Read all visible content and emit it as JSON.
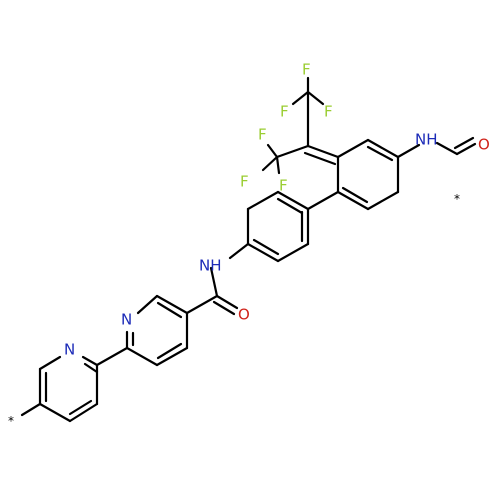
{
  "colors": {
    "bond": "#000000",
    "fluorine": "#9acd32",
    "nitrogen": "#1c2bb8",
    "oxygen": "#d0231a",
    "background": "#ffffff"
  },
  "structure": {
    "fluorine_label": "F",
    "nitrogen_label": "N",
    "amine_label": "NH",
    "oxygen_label": "O",
    "attachment_label": "*"
  }
}
